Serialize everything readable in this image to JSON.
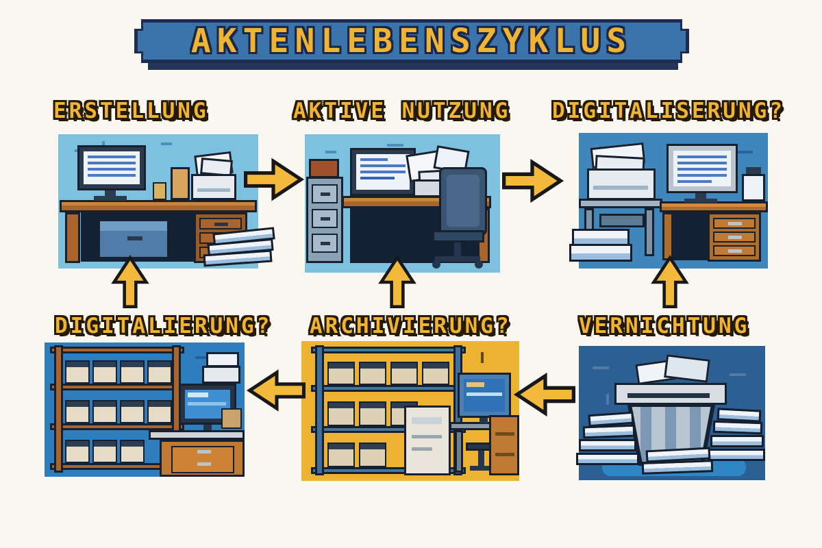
{
  "title": "AKTENLEBENSZYKLUS",
  "stages": [
    {
      "id": "erstellung",
      "label": "ERSTELLUNG",
      "scene": [
        "desktop-computer",
        "desk",
        "coffee-mug",
        "folder",
        "printer-with-paper",
        "storage-bin",
        "paper-stack"
      ]
    },
    {
      "id": "aktive-nutzung",
      "label": "AKTIVE NUTZUNG",
      "scene": [
        "filing-cabinet",
        "box",
        "desktop-computer",
        "desk",
        "loose-papers",
        "office-chair"
      ]
    },
    {
      "id": "digitaliserung",
      "label": "DIGITALISERUNG?",
      "scene": [
        "scanner-copier",
        "paper-stack",
        "side-table",
        "desktop-computer",
        "desk-with-drawers",
        "small-box"
      ]
    },
    {
      "id": "digitalierung",
      "label": "DIGITALIERUNG?",
      "scene": [
        "wooden-shelf-with-archive-boxes",
        "counter",
        "desktop-computer",
        "white-boxes",
        "orange-drawer-cabinet"
      ]
    },
    {
      "id": "archivierung",
      "label": "ARCHIVIERUNG?",
      "scene": [
        "metal-shelf-with-archive-boxes",
        "white-cabinet",
        "desktop-computer",
        "stool",
        "orange-cabinet"
      ]
    },
    {
      "id": "vernichtung",
      "label": "VERNICHTUNG",
      "scene": [
        "paper-shredder-bin",
        "paper-on-shredder",
        "paper-stack-left",
        "paper-stack-right",
        "paper-stack-front"
      ]
    }
  ],
  "arrows": {
    "top_row": [
      "right",
      "right"
    ],
    "vertical": [
      "up",
      "up",
      "up"
    ],
    "bottom_row": [
      "left",
      "left"
    ]
  },
  "colors": {
    "page_background": "#faf7f1",
    "banner_blue": "#3b74ab",
    "banner_border": "#1e2c50",
    "accent_yellow": "#f2b93c",
    "label_yellow": "#f0b332",
    "panel_light_blue": "#7ec0df",
    "panel_mid_blue": "#3f86bd",
    "panel_deep_blue": "#2e7dbd",
    "panel_yellow": "#edb232",
    "panel_navy": "#2c5f94",
    "wood_brown": "#a9652c",
    "outline_dark": "#16202f"
  }
}
